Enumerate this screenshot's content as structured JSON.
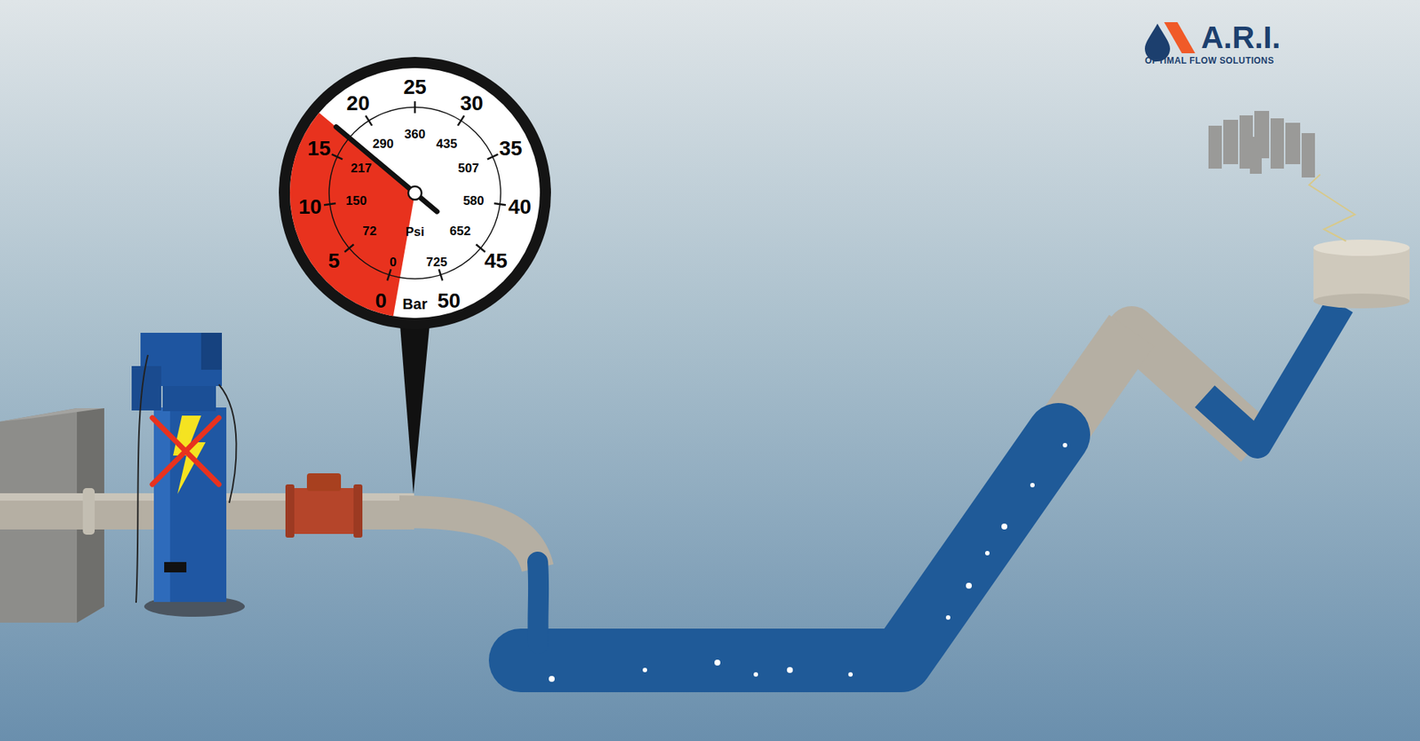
{
  "diagram": {
    "labels": [
      "A.R.I.",
      "OPTIMAL FLOW SOLUTIONS",
      "0",
      "5",
      "10",
      "15",
      "20",
      "25",
      "30",
      "35",
      "40",
      "45",
      "50",
      "Bar",
      "0",
      "72",
      "150",
      "217",
      "290",
      "360",
      "435",
      "507",
      "580",
      "652",
      "725",
      "Psi"
    ]
  }
}
